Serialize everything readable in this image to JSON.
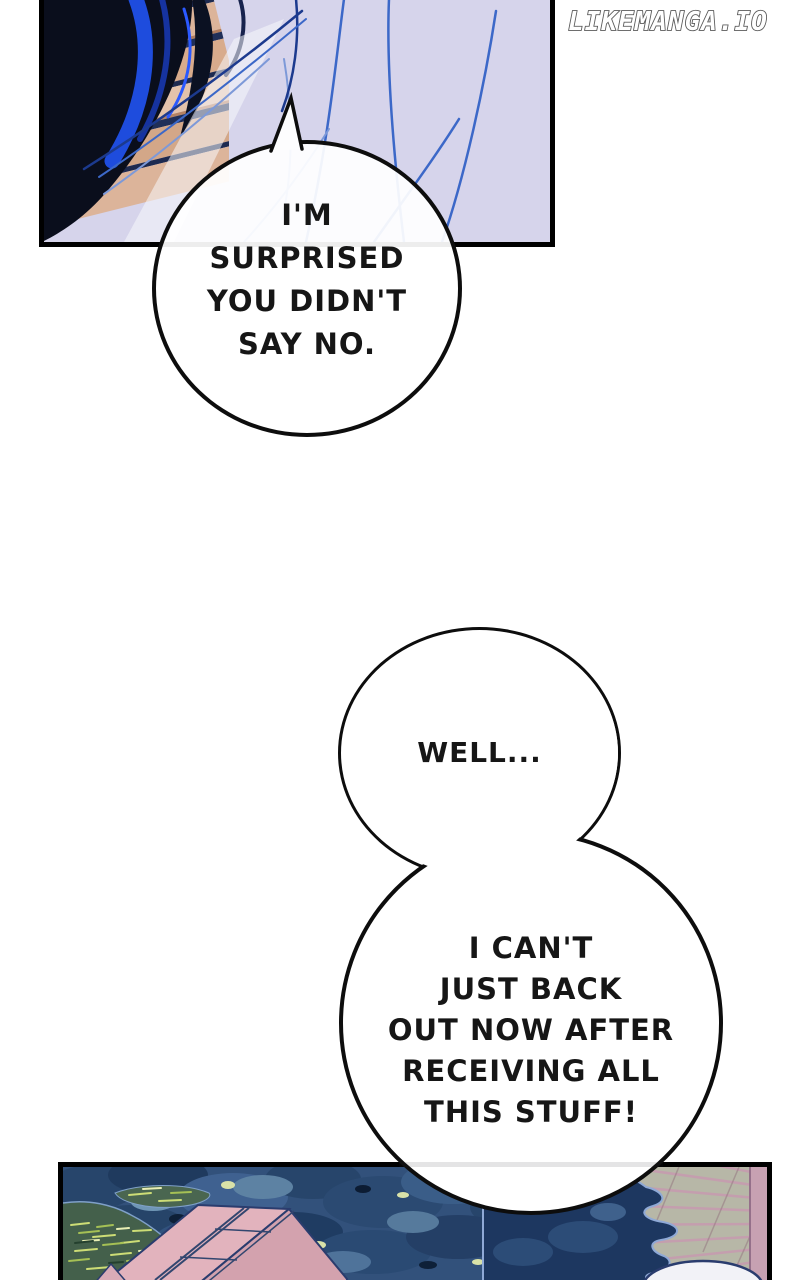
{
  "watermark": {
    "text": "LIKEMANGA.IO"
  },
  "bubbles": [
    {
      "id": "surprised",
      "lines": [
        "I'M",
        "SURPRISED",
        "YOU DIDN'T",
        "SAY NO."
      ]
    },
    {
      "id": "well",
      "lines": [
        "WELL..."
      ]
    },
    {
      "id": "cant-back-out",
      "lines": [
        "I CAN'T",
        "JUST BACK",
        "OUT NOW AFTER",
        "RECEIVING ALL",
        "THIS STUFF!"
      ]
    }
  ],
  "colors": {
    "bubble_outline": "#0d0d0d",
    "bubble_fill": "#ffffff",
    "panel_border": "#000000",
    "watermark_fill": "#ffffff",
    "watermark_outline": "#5a5a5a",
    "top_panel_bg": "#d6d4eb",
    "hair_highlight_blue": "#1e4cdd",
    "fold_line_blue": "#3c68c8",
    "foliage_base": "#32517b",
    "bench_pink": "#e2b3bd",
    "tile_path": "#b7b7a7",
    "grass_highlight": "#cddd76"
  }
}
